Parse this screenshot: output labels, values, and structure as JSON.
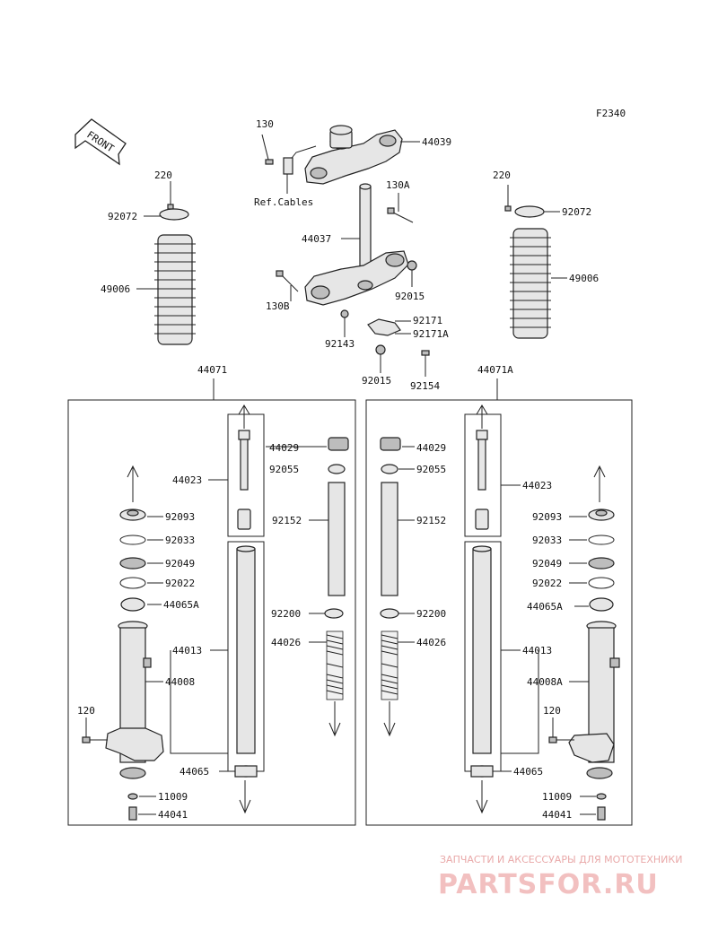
{
  "figure_code": "F2340",
  "front_label": "FRONT",
  "ref_cables": "Ref.Cables",
  "top": {
    "p130": "130",
    "p44039": "44039",
    "p130A": "130A",
    "p44037": "44037",
    "p130B": "130B",
    "p92015a": "92015",
    "p92171": "92171",
    "p92143": "92143",
    "p92171A": "92171A",
    "p92015b": "92015",
    "p92154": "92154"
  },
  "left_boot": {
    "p220": "220",
    "p92072": "92072",
    "p49006": "49006"
  },
  "right_boot": {
    "p220": "220",
    "p92072": "92072",
    "p49006": "49006"
  },
  "left_assembly": {
    "title": "44071",
    "p44029": "44029",
    "p92055": "92055",
    "p44023": "44023",
    "p92152": "92152",
    "p92093": "92093",
    "p92033": "92033",
    "p92049": "92049",
    "p92022": "92022",
    "p44065A": "44065A",
    "p92200": "92200",
    "p44013": "44013",
    "p44026": "44026",
    "p44008": "44008",
    "p120": "120",
    "p44065": "44065",
    "p11009": "11009",
    "p44041": "44041"
  },
  "right_assembly": {
    "title": "44071A",
    "p44029": "44029",
    "p92055": "92055",
    "p44023": "44023",
    "p92152": "92152",
    "p92093": "92093",
    "p92033": "92033",
    "p92049": "92049",
    "p92022": "92022",
    "p44065A": "44065A",
    "p92200": "92200",
    "p44013": "44013",
    "p44026": "44026",
    "p44008A": "44008A",
    "p120": "120",
    "p44065": "44065",
    "p11009": "11009",
    "p44041": "44041"
  },
  "watermark": {
    "tagline": "ЗАПЧАСТИ И АКСЕССУАРЫ ДЛЯ МОТОТЕХНИКИ",
    "brand": "PARTSFOR.RU"
  }
}
